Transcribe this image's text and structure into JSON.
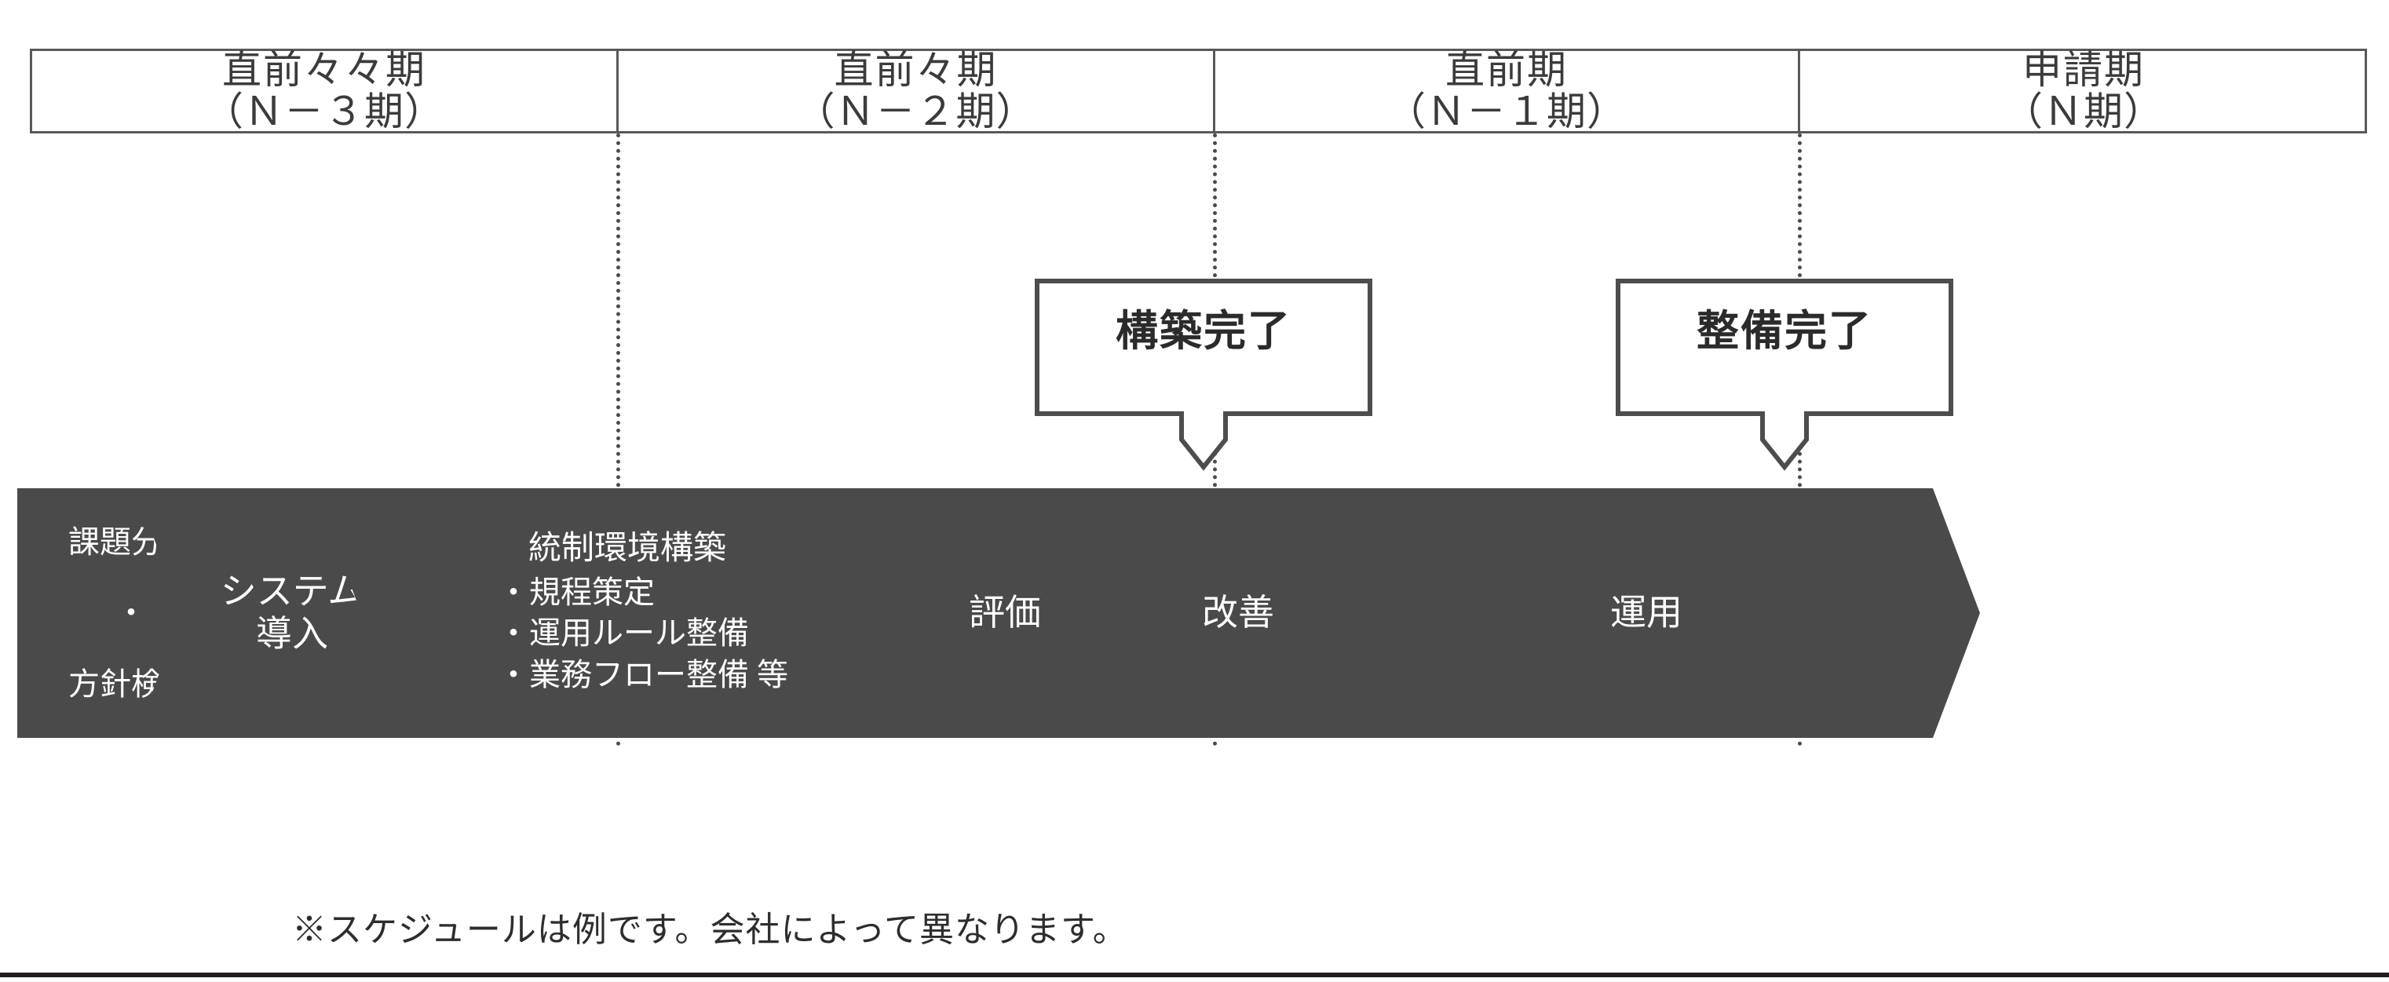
{
  "periods": [
    {
      "line1": "直前々々期",
      "line2": "（Ｎ－３期）"
    },
    {
      "line1": "直前々期",
      "line2": "（Ｎ－２期）"
    },
    {
      "line1": "直前期",
      "line2": "（Ｎ－１期）"
    },
    {
      "line1": "申請期",
      "line2": "（Ｎ期）"
    }
  ],
  "callouts": [
    {
      "label": "構築完了"
    },
    {
      "label": "整備完了"
    }
  ],
  "phases": [
    {
      "id": "kadai",
      "line1": "課題分析",
      "dot": "・",
      "line2": "方針検討"
    },
    {
      "id": "system",
      "label": "システム\n導入"
    },
    {
      "id": "tousei",
      "title": "統制環境構築",
      "bullets": [
        "・規程策定",
        "・運用ルール整備",
        "・業務フロー整備 等"
      ]
    },
    {
      "id": "hyouka",
      "label": "評価"
    },
    {
      "id": "kaizen",
      "label": "改善"
    },
    {
      "id": "unyou",
      "label": "運用"
    }
  ],
  "footnote": "※スケジュールは例です。会社によって異なります。",
  "colors": {
    "chevron_fill": "#4a4a4a",
    "chevron_text": "#ffffff",
    "table_border": "#595959",
    "header_text": "#3b3b3b",
    "dotted_line": "#4b4b4b",
    "bottom_rule": "#231f20",
    "background": "#ffffff"
  }
}
